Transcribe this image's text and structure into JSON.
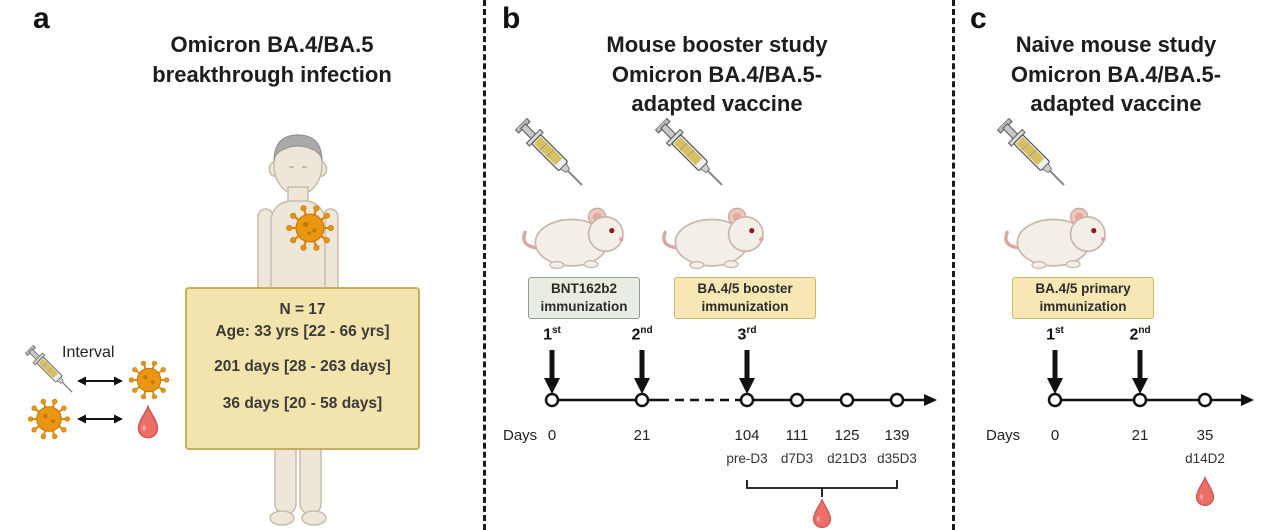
{
  "panels": {
    "a": {
      "label": "a",
      "title": "Omicron BA.4/BA.5\nbreakthrough infection",
      "interval_label": "Interval",
      "info_box": {
        "n": "N = 17",
        "age": "Age: 33 yrs [22 - 66 yrs]",
        "infection_interval": "201 days [28 - 263 days]",
        "sampling_interval": "36 days [20 - 58 days]"
      }
    },
    "b": {
      "label": "b",
      "title": "Mouse booster study\nOmicron BA.4/BA.5-\nadapted vaccine",
      "box_bnt": "BNT162b2\nimmunization",
      "box_booster": "BA.4/5 booster\nimmunization",
      "days_label": "Days",
      "doses": [
        {
          "num": "1",
          "suffix": "st"
        },
        {
          "num": "2",
          "suffix": "nd"
        },
        {
          "num": "3",
          "suffix": "rd"
        }
      ],
      "days": [
        "0",
        "21",
        "104",
        "111",
        "125",
        "139"
      ],
      "timepoints": [
        "pre-D3",
        "d7D3",
        "d21D3",
        "d35D3"
      ]
    },
    "c": {
      "label": "c",
      "title": "Naive mouse study\nOmicron BA.4/BA.5-\nadapted vaccine",
      "box_primary": "BA.4/5 primary\nimmunization",
      "days_label": "Days",
      "doses": [
        {
          "num": "1",
          "suffix": "st"
        },
        {
          "num": "2",
          "suffix": "nd"
        }
      ],
      "days": [
        "0",
        "21",
        "35"
      ],
      "timepoints": [
        "d14D2"
      ]
    }
  },
  "icons": {
    "syringe": "syringe-icon",
    "virus": "virus-icon",
    "blood_drop": "blood-drop-icon",
    "mouse": "mouse-icon",
    "human": "human-figure-icon",
    "double_arrow": "double-arrow-icon",
    "down_arrow": "dose-arrow-icon",
    "timepoint": "timepoint-circle"
  },
  "colors": {
    "info_box_bg": "#F3E3AC",
    "info_box_border": "#C9AE5F",
    "bnt_box_bg": "#E9ECE0",
    "bnt_box_border": "#8FA08A",
    "ba45_box_bg": "#F6E7B5",
    "ba45_box_border": "#CBB96B",
    "virus_orange": "#EA9612",
    "blood_red": "#EC6F67"
  }
}
